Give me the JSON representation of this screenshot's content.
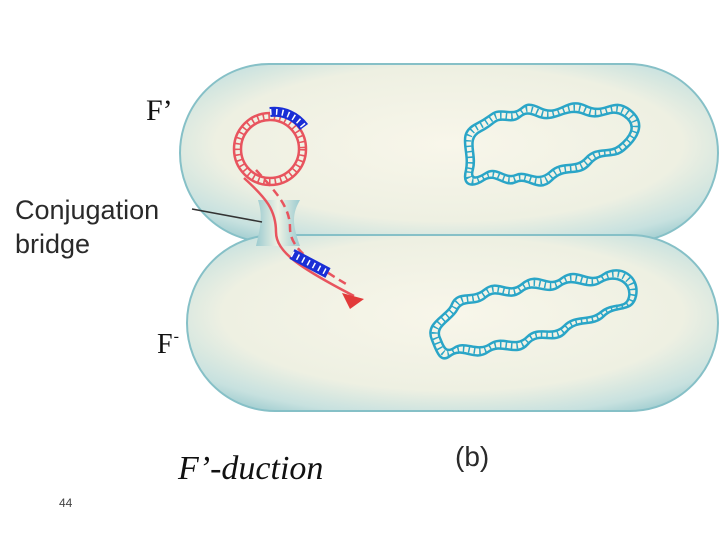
{
  "labels": {
    "donor_cell": "F’",
    "recipient_cell_base": "F",
    "recipient_cell_superscript": "-",
    "bridge_line1": "Conjugation",
    "bridge_line2": "bridge",
    "caption": "F’-duction",
    "panel_letter": "(b)",
    "slide_number": "44"
  },
  "colors": {
    "cell_edge": "#7fbcc4",
    "cell_fill": "#f6f4e6",
    "f_plasmid": "#e8545e",
    "chromosomal_insert": "#1a2fd6",
    "chromosome": "#2aa5c7",
    "arrow_head": "#e23a3a"
  }
}
